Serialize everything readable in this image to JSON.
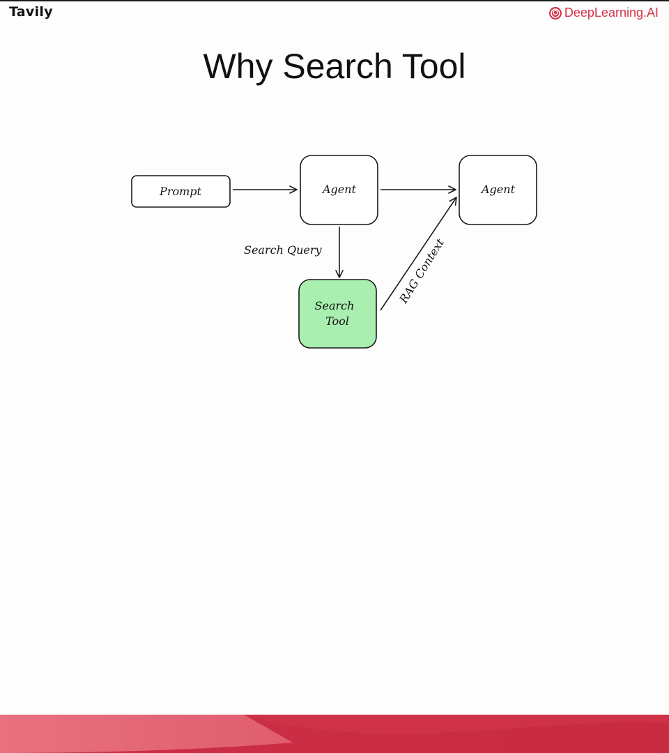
{
  "header": {
    "left_brand": "Tavily",
    "right_brand": "DeepLearning.AI"
  },
  "slide": {
    "title": "Why Search Tool"
  },
  "diagram": {
    "nodes": {
      "prompt": "Prompt",
      "agent_1": "Agent",
      "agent_2": "Agent",
      "search_tool_line1": "Search",
      "search_tool_line2": "Tool"
    },
    "edges": {
      "search_query": "Search Query",
      "rag_context": "RAG Context"
    },
    "colors": {
      "search_tool_fill": "#a8efb0",
      "stroke": "#1a1a1a"
    }
  },
  "colors": {
    "brand_red": "#d6344a",
    "footer_dark": "#c8283f",
    "footer_light": "#e9717f"
  }
}
